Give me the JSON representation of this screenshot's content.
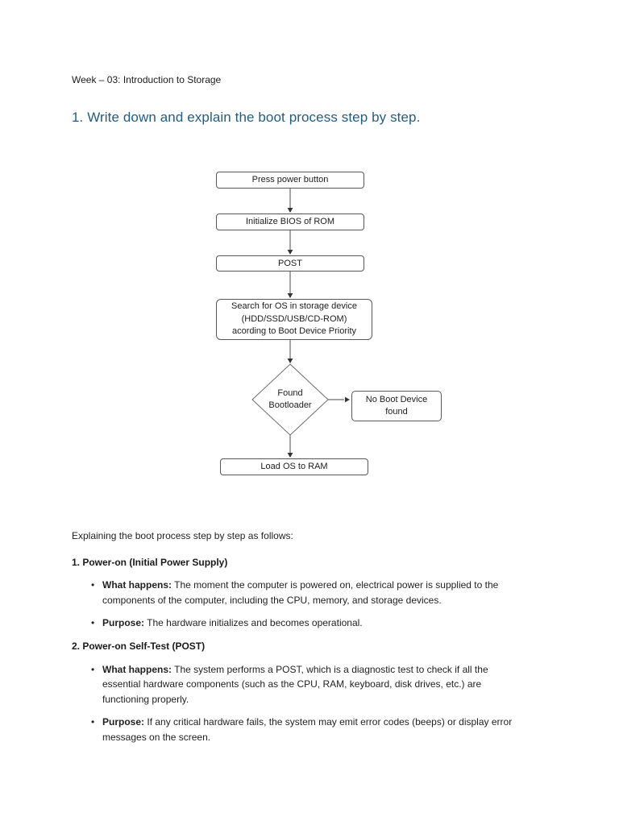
{
  "document": {
    "subtitle": "Week – 03: Introduction to Storage",
    "question_heading": "1. Write down and explain the boot process step by step."
  },
  "flowchart": {
    "nodes": [
      {
        "id": "press-power",
        "label": "Press power button"
      },
      {
        "id": "init-bios",
        "label": "Initialize BIOS of ROM"
      },
      {
        "id": "post",
        "label": "POST"
      },
      {
        "id": "search-os",
        "label": "Search for OS in storage device\n(HDD/SSD/USB/CD-ROM)\nacording to Boot Device Priority"
      },
      {
        "id": "found-bootloader",
        "label": "Found\nBootloader"
      },
      {
        "id": "no-boot-device",
        "label": "No Boot Device\nfound"
      },
      {
        "id": "load-os",
        "label": "Load OS to RAM"
      }
    ]
  },
  "body": {
    "bullet_char": "•",
    "intro": "Explaining the boot process step by step as follows:",
    "sections": [
      {
        "title": "1. Power-on (Initial Power Supply)",
        "bullets": [
          {
            "lead": "What happens:",
            "text": "The moment the computer is powered on, electrical power is supplied to the components of the computer, including the CPU, memory, and storage devices."
          },
          {
            "lead": "Purpose:",
            "text": "The hardware initializes and becomes operational."
          }
        ]
      },
      {
        "title": "2. Power-on Self-Test (POST)",
        "bullets": [
          {
            "lead": "What happens:",
            "text": "The system performs a POST, which is a diagnostic test to check if all the essential hardware components (such as the CPU, RAM, keyboard, disk drives, etc.) are functioning properly."
          },
          {
            "lead": "Purpose:",
            "text": "If any critical hardware fails, the system may emit error codes (beeps) or display error messages on the screen."
          }
        ]
      }
    ]
  },
  "colors": {
    "heading_blue": "#255c7d",
    "flowchart_stroke": "#4b4b4b",
    "text": "#1f1f1f"
  }
}
